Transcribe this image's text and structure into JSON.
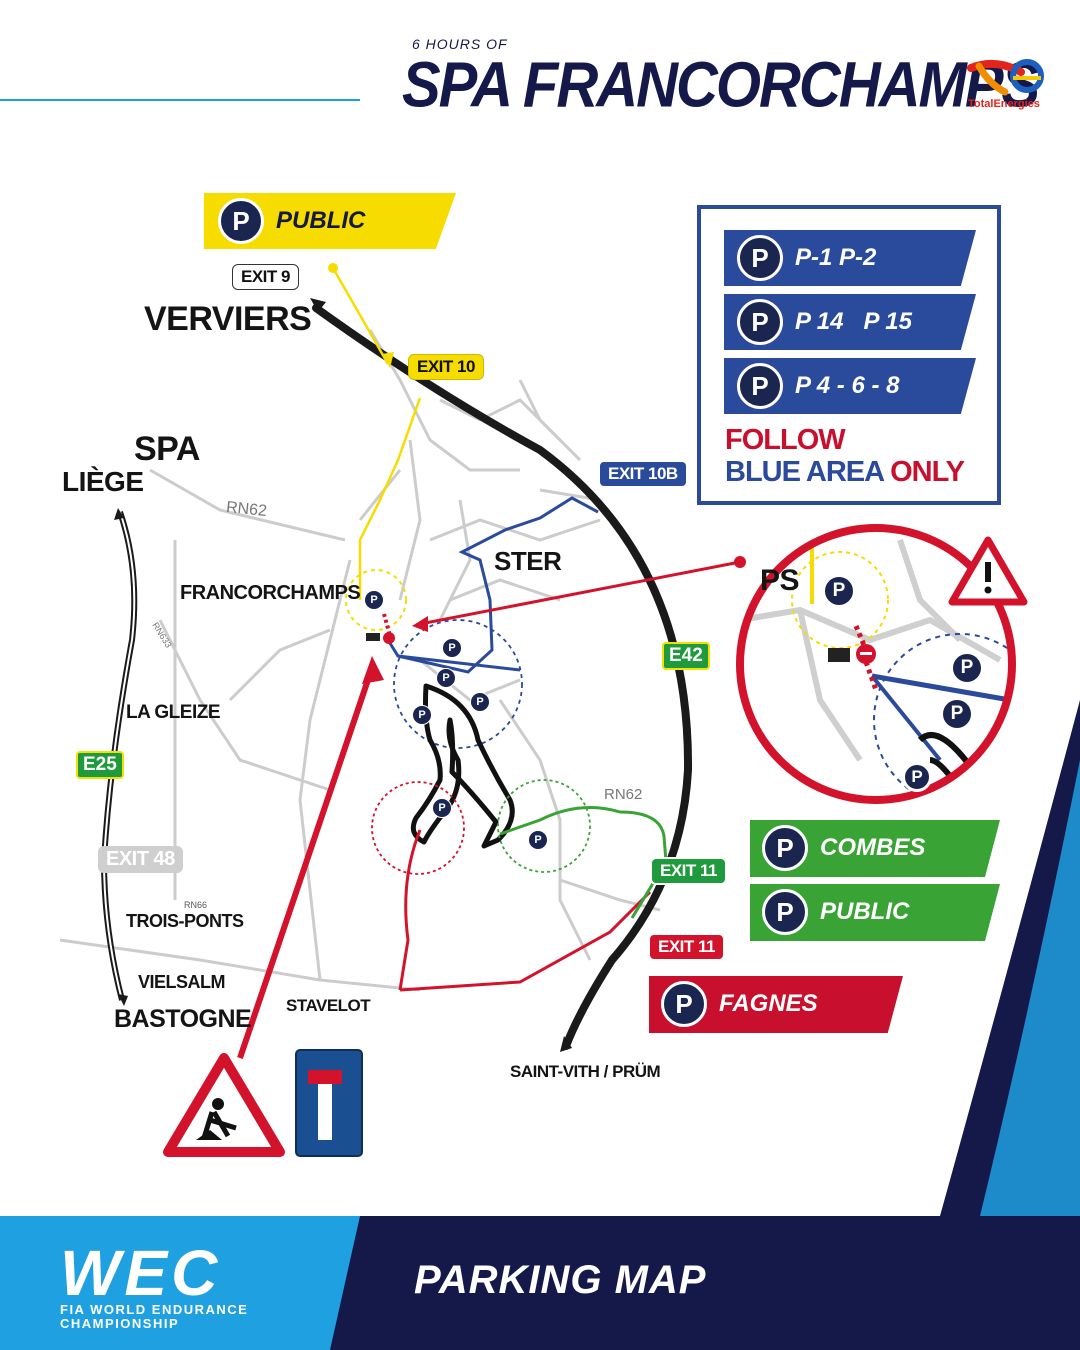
{
  "header": {
    "subtitle": "6 HOURS OF",
    "title": "SPA FRANCORCHAMPS",
    "sponsor": "TotalEnergies"
  },
  "footer": {
    "brand": "WEC",
    "org_line1": "FIA WORLD ENDURANCE",
    "org_line2": "CHAMPIONSHIP",
    "page_label": "PARKING MAP"
  },
  "legend_blue": {
    "items": [
      "P-1 P-2",
      "P 14   P 15",
      "P 4 - 6 - 8"
    ],
    "follow_red": "FOLLOW",
    "follow_blue": "BLUE AREA",
    "follow_only": "ONLY"
  },
  "legend_public_top": {
    "label": "PUBLIC"
  },
  "legend_green": {
    "items": [
      "COMBES",
      "PUBLIC"
    ]
  },
  "legend_red": {
    "label": "FAGNES"
  },
  "parking_symbol": "P",
  "exits": {
    "exit9": "EXIT 9",
    "exit10": "EXIT 10",
    "exit10b": "EXIT 10B",
    "exit11_green": "EXIT 11",
    "exit11_red": "EXIT 11",
    "exit48": "EXIT 48"
  },
  "roads": {
    "e42": "E42",
    "e25": "E25",
    "rn62_a": "RN62",
    "rn62_b": "RN62",
    "rn633": "RN633",
    "rn66": "RN66"
  },
  "places": {
    "verviers": "VERVIERS",
    "spa": "SPA",
    "liege": "LIÈGE",
    "francorchamps": "FRANCORCHAMPS",
    "ster": "STER",
    "la_gleize": "LA GLEIZE",
    "trois_ponts": "TROIS-PONTS",
    "vielsalm": "VIELSALM",
    "bastogne": "BASTOGNE",
    "stavelot": "STAVELOT",
    "saint_vith": "SAINT-VITH / PRÜM",
    "inset_ps": "PS"
  },
  "colors": {
    "navy": "#14194a",
    "blue": "#2a4a9c",
    "yellow": "#f7dc00",
    "green": "#3aa335",
    "red": "#c8102e",
    "alert_red": "#d3122b",
    "wec_blue": "#1fa0e0"
  }
}
